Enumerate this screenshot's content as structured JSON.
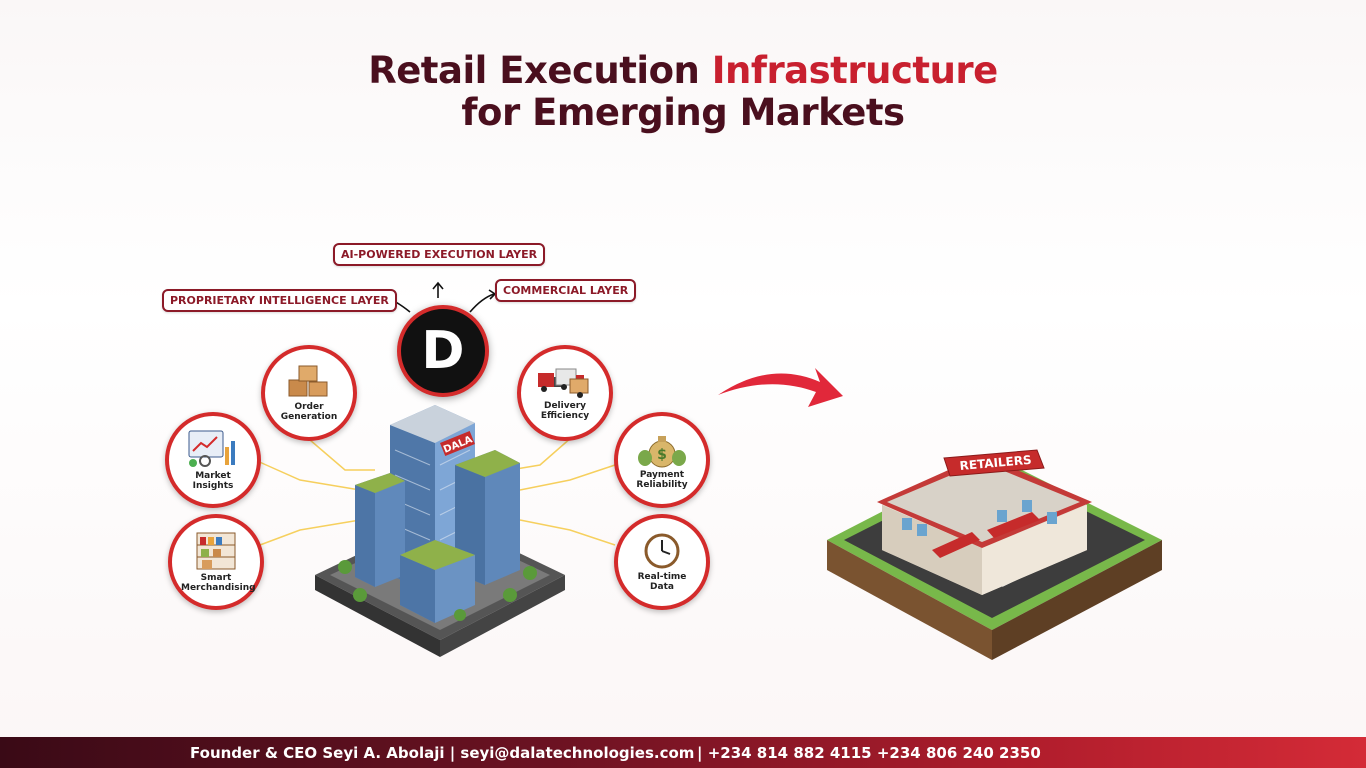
{
  "title": {
    "line1_dark": "Retail Execution ",
    "line1_red": "Infrastructure",
    "line2": "for Emerging Markets"
  },
  "layers": {
    "ai": "AI-POWERED EXECUTION LAYER",
    "proprietary": "PROPRIETARY INTELLIGENCE LAYER",
    "commercial": "COMMERCIAL LAYER"
  },
  "hub_logo": "D",
  "building_sign": "DALA",
  "features": {
    "order": "Order Generation",
    "market": "Market Insights",
    "merch": "Smart Merchandising",
    "delivery": "Delivery Efficiency",
    "payment": "Payment Reliability",
    "realtime": "Real-time Data"
  },
  "retailers_label": "RETAILERS",
  "footer": {
    "contact": "Founder & CEO Seyi A. Abolaji | seyi@dalatechnologies.com",
    "phones": "| +234 814 882 4115 +234 806 240 2350"
  },
  "colors": {
    "accent_red": "#d42b2b",
    "dark_maroon": "#4a0f1e",
    "title_red": "#c8202f"
  }
}
